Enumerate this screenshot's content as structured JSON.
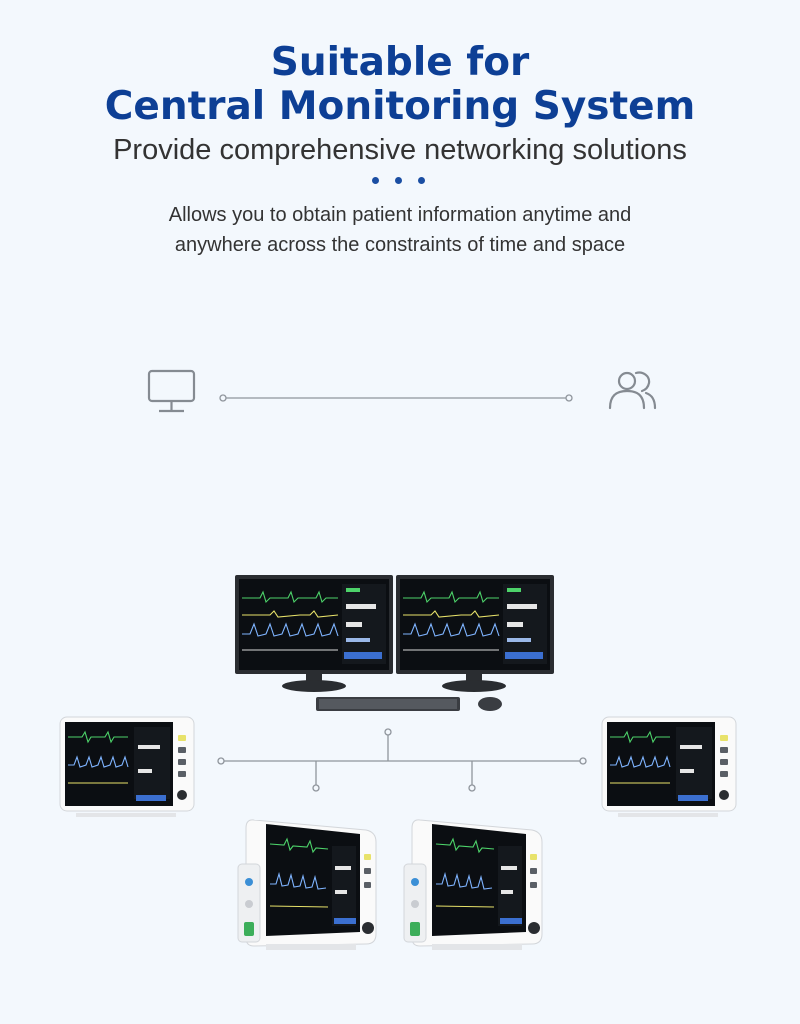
{
  "header": {
    "title_line1": "Suitable for",
    "title_line2": "Central Monitoring System",
    "subtitle": "Provide comprehensive networking solutions"
  },
  "description": {
    "line1": "Allows you to obtain patient information anytime and",
    "line2": "anywhere across the constraints of time and space"
  },
  "icons": {
    "left": "monitor-icon",
    "right": "users-icon"
  },
  "colors": {
    "title": "#0d3f95",
    "background": "#f3f8fd",
    "connector": "#8f959c"
  }
}
